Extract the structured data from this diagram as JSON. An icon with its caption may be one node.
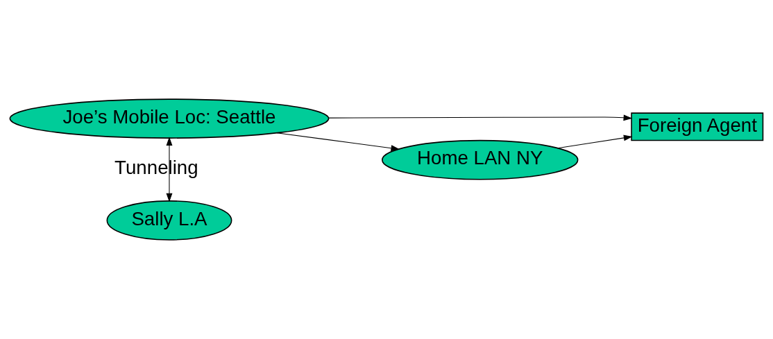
{
  "diagram": {
    "nodes": [
      {
        "text": [
          "Joe’s Mobile Loc: Seattle"
        ]
      },
      {
        "text": [
          "Foreign Agent"
        ]
      },
      {
        "text": [
          "Home LAN NY"
        ]
      },
      {
        "text": [
          "Sally L.A"
        ]
      }
    ],
    "edges": [
      {
        "from": 0,
        "to": 1,
        "arrow": "to"
      },
      {
        "from": 0,
        "to": 2,
        "arrow": "to"
      },
      {
        "from": 2,
        "to": 1,
        "arrow": "to"
      },
      {
        "from": 0,
        "to": 3,
        "arrow": "both",
        "label": "Tunneling"
      }
    ]
  }
}
